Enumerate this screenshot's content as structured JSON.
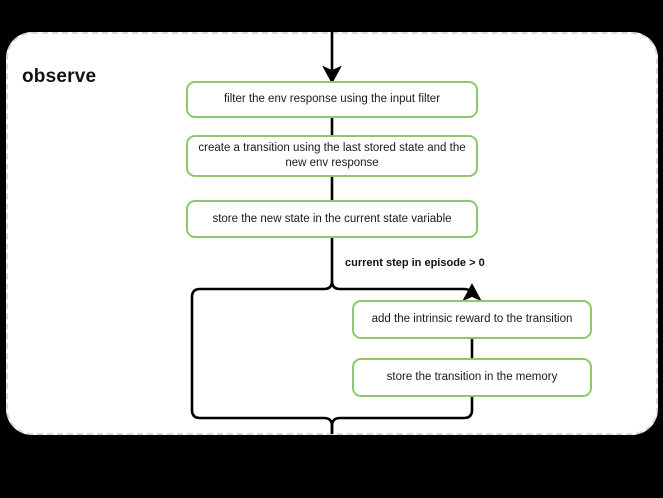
{
  "diagram": {
    "panel": {
      "title": "observe",
      "background": "#ffffff",
      "border_color": "#d8d8d8",
      "border_style": "dashed"
    },
    "canvas_background": "#000000",
    "node_border_color": "#8dc96c",
    "connector_color": "#000000",
    "nodes": [
      {
        "id": "filter",
        "label": "filter the env response using the input filter"
      },
      {
        "id": "create",
        "label": "create a transition using the last stored state and the new env response"
      },
      {
        "id": "store_state",
        "label": "store the new state in the current state variable"
      },
      {
        "id": "intrinsic",
        "label": "add the intrinsic reward to the transition"
      },
      {
        "id": "store_transition",
        "label": "store the transition in the memory"
      }
    ],
    "edges": [
      {
        "id": "entry",
        "label": ""
      },
      {
        "id": "branch-condition",
        "label": "current step in episode > 0"
      },
      {
        "id": "bypass",
        "label": ""
      },
      {
        "id": "exit",
        "label": ""
      }
    ]
  }
}
